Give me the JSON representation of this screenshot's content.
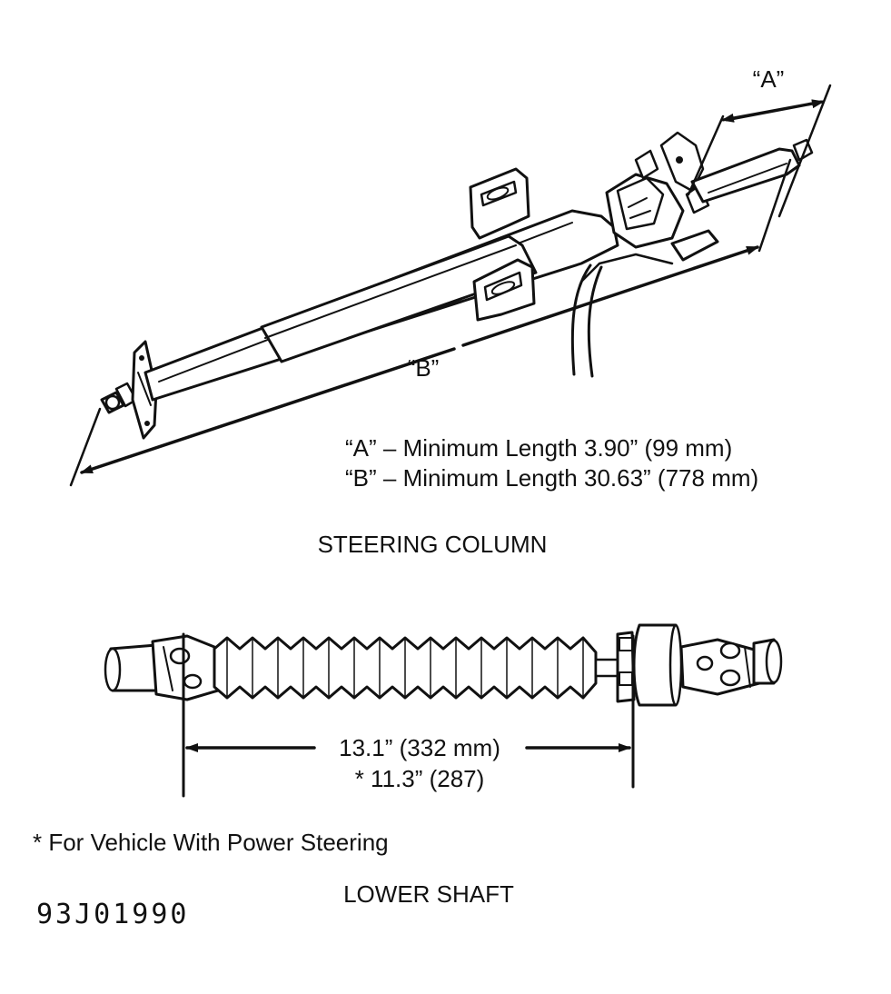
{
  "steering_column": {
    "label_a": "“A”",
    "label_b": "“B”",
    "spec_a": "“A” – Minimum Length 3.90” (99 mm)",
    "spec_b": "“B” – Minimum Length 30.63” (778 mm)",
    "caption": "STEERING COLUMN"
  },
  "lower_shaft": {
    "dimension_primary": "13.1” (332 mm)",
    "dimension_alt": "* 11.3” (287)",
    "footnote": "* For Vehicle With Power Steering",
    "caption": "LOWER SHAFT"
  },
  "figure_id": "93J01990",
  "colors": {
    "ink": "#111111",
    "paper": "#ffffff"
  }
}
